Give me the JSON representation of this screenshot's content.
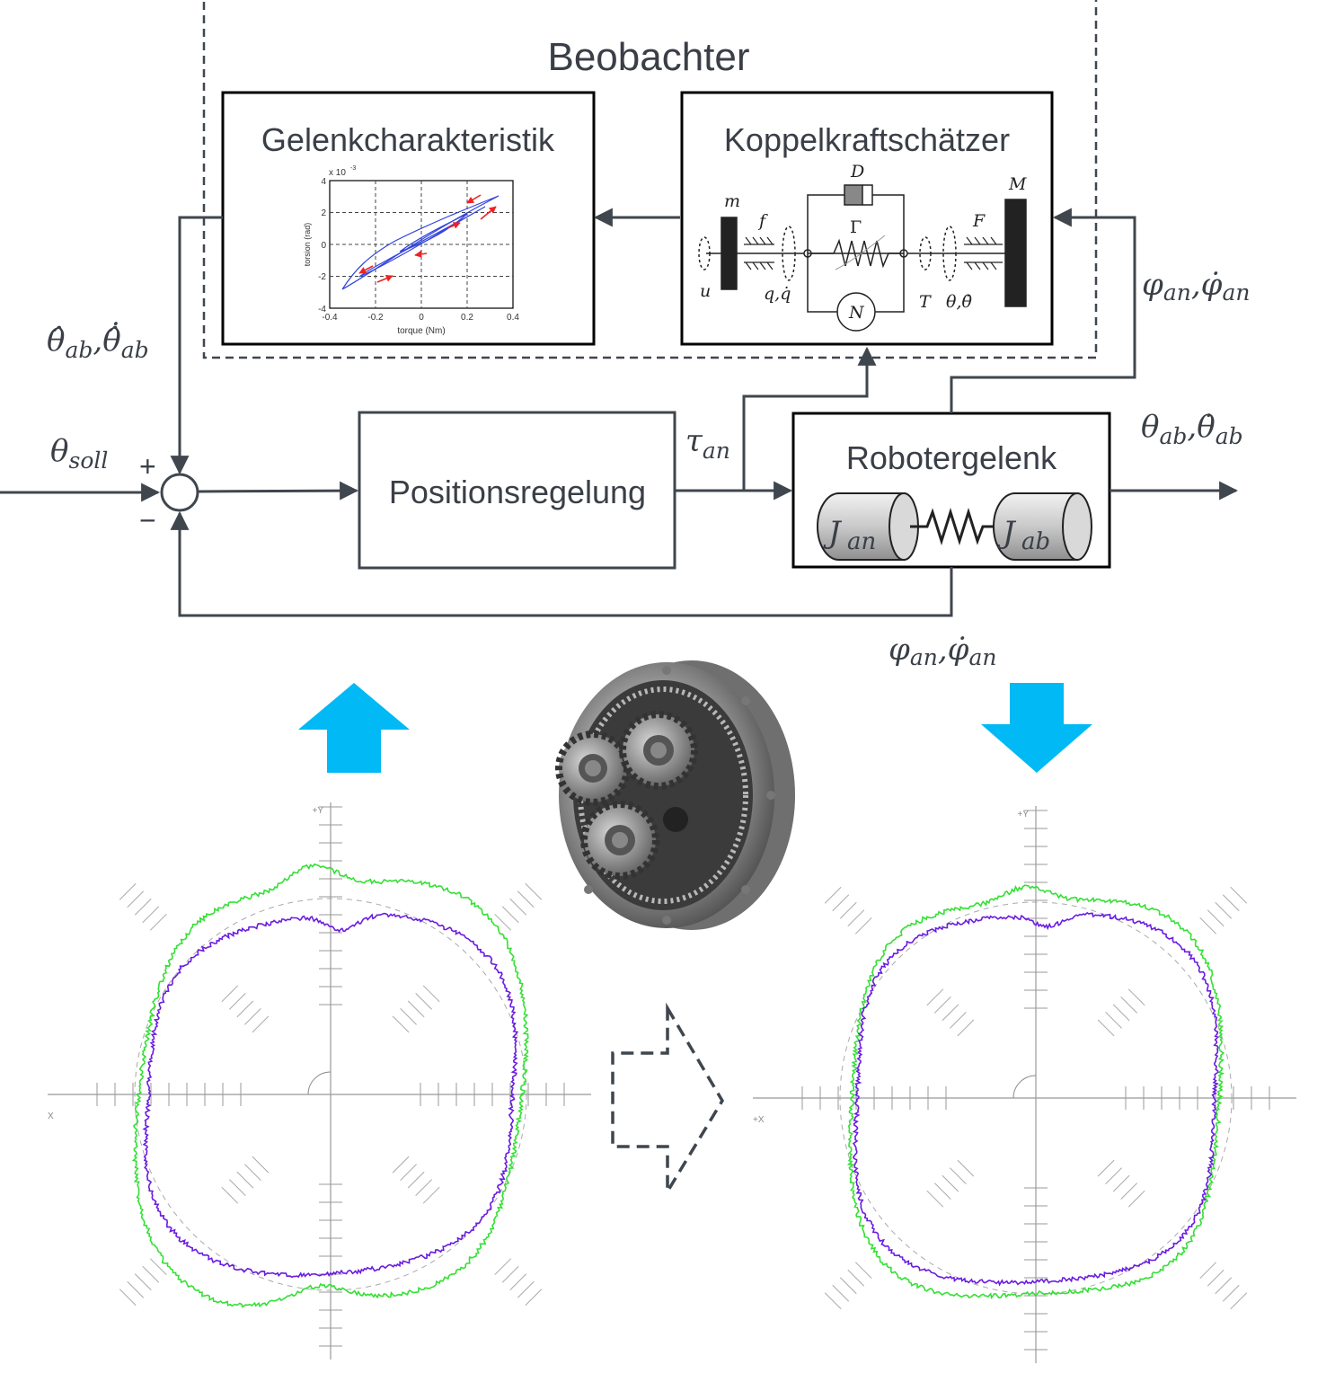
{
  "observer": {
    "title": "Beobachter",
    "joint_characteristic": {
      "title": "Gelenkcharakteristik",
      "inset_plot": {
        "exponent_label": "x 10",
        "exponent_sup": "-3",
        "xlabel": "torque (Nm)",
        "ylabel": "torsion (rad)",
        "xticks": [
          "-0.4",
          "-0.2",
          "0",
          "0.2",
          "0.4"
        ],
        "yticks": [
          "4",
          "2",
          "0",
          "-2",
          "-4"
        ]
      }
    },
    "coupling_force_estimator": {
      "title": "Koppelkraftschätzer",
      "symbols": {
        "D": "D",
        "m": "m",
        "M": "M",
        "f": "f",
        "F": "F",
        "Gamma": "Γ",
        "N": "N",
        "u": "u",
        "T": "T",
        "q": "q,q̇",
        "theta": "θ,θ̇"
      }
    }
  },
  "position_control": {
    "label": "Positionsregelung"
  },
  "robot_joint": {
    "label": "Robotergelenk",
    "J_an": "J",
    "J_an_sub": "an",
    "J_ab": "J",
    "J_ab_sub": "ab"
  },
  "signals": {
    "theta_hat": {
      "main": "θ̂",
      "sub1": "ab",
      "sep": ",",
      "main2": "θ̂̇",
      "sub2": "ab"
    },
    "theta_soll": {
      "main": "θ",
      "sub": "soll"
    },
    "plus": "+",
    "minus": "−",
    "tau_an": {
      "main": "τ",
      "sub": "an"
    },
    "phi_top": {
      "main": "φ",
      "sub1": "an",
      "sep": ",",
      "main2": "φ̇",
      "sub2": "an"
    },
    "theta_ab_out": {
      "main": "θ",
      "sub1": "ab",
      "sep": ",",
      "main2": "θ̇",
      "sub2": "ab"
    },
    "phi_bottom": {
      "main": "φ",
      "sub1": "an",
      "sep": ",",
      "main2": "φ̇",
      "sub2": "an"
    }
  },
  "polar_plots": {
    "left": {
      "ylabel": "+Y",
      "xlabel": "X"
    },
    "right": {
      "ylabel": "+Y",
      "xlabel": "+X"
    }
  },
  "colors": {
    "line": "#3f464e",
    "arrow_accent": "#00b9f5",
    "trace_green": "#33e033",
    "trace_purple": "#6a1ce0",
    "hysteresis_blue": "#3344dd",
    "hysteresis_red": "#ee2222"
  }
}
